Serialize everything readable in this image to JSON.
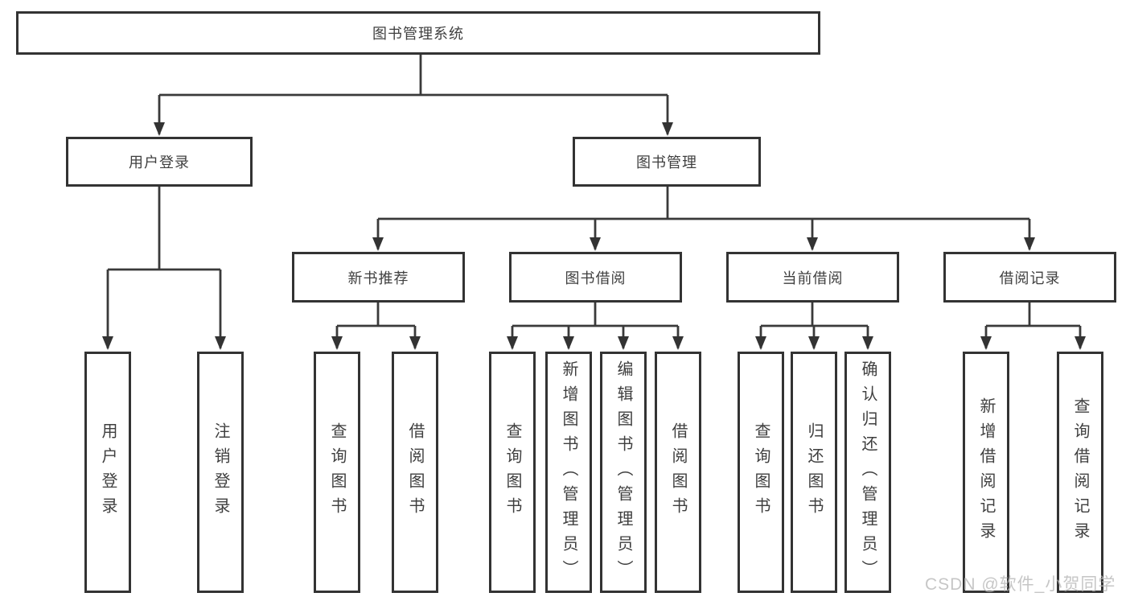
{
  "tree": {
    "root": {
      "label": "图书管理系统"
    },
    "branches": [
      {
        "label": "用户登录",
        "children": [
          {
            "label": "用户登录"
          },
          {
            "label": "注销登录"
          }
        ]
      },
      {
        "label": "图书管理",
        "children": [
          {
            "label": "新书推荐",
            "children": [
              {
                "label": "查询图书"
              },
              {
                "label": "借阅图书"
              }
            ]
          },
          {
            "label": "图书借阅",
            "children": [
              {
                "label": "查询图书"
              },
              {
                "label": "新增图书（管理员）"
              },
              {
                "label": "编辑图书（管理员）"
              },
              {
                "label": "借阅图书"
              }
            ]
          },
          {
            "label": "当前借阅",
            "children": [
              {
                "label": "查询图书"
              },
              {
                "label": "归还图书"
              },
              {
                "label": "确认归还（管理员）"
              }
            ]
          },
          {
            "label": "借阅记录",
            "children": [
              {
                "label": "新增借阅记录"
              },
              {
                "label": "查询借阅记录"
              }
            ]
          }
        ]
      }
    ]
  },
  "watermark": {
    "text": "CSDN @软件_小贺同学"
  },
  "colors": {
    "line": "#3a3a3a",
    "border": "#333333",
    "text": "#3f3f3f",
    "watermark": "#b9b9b9",
    "background": "#ffffff"
  }
}
